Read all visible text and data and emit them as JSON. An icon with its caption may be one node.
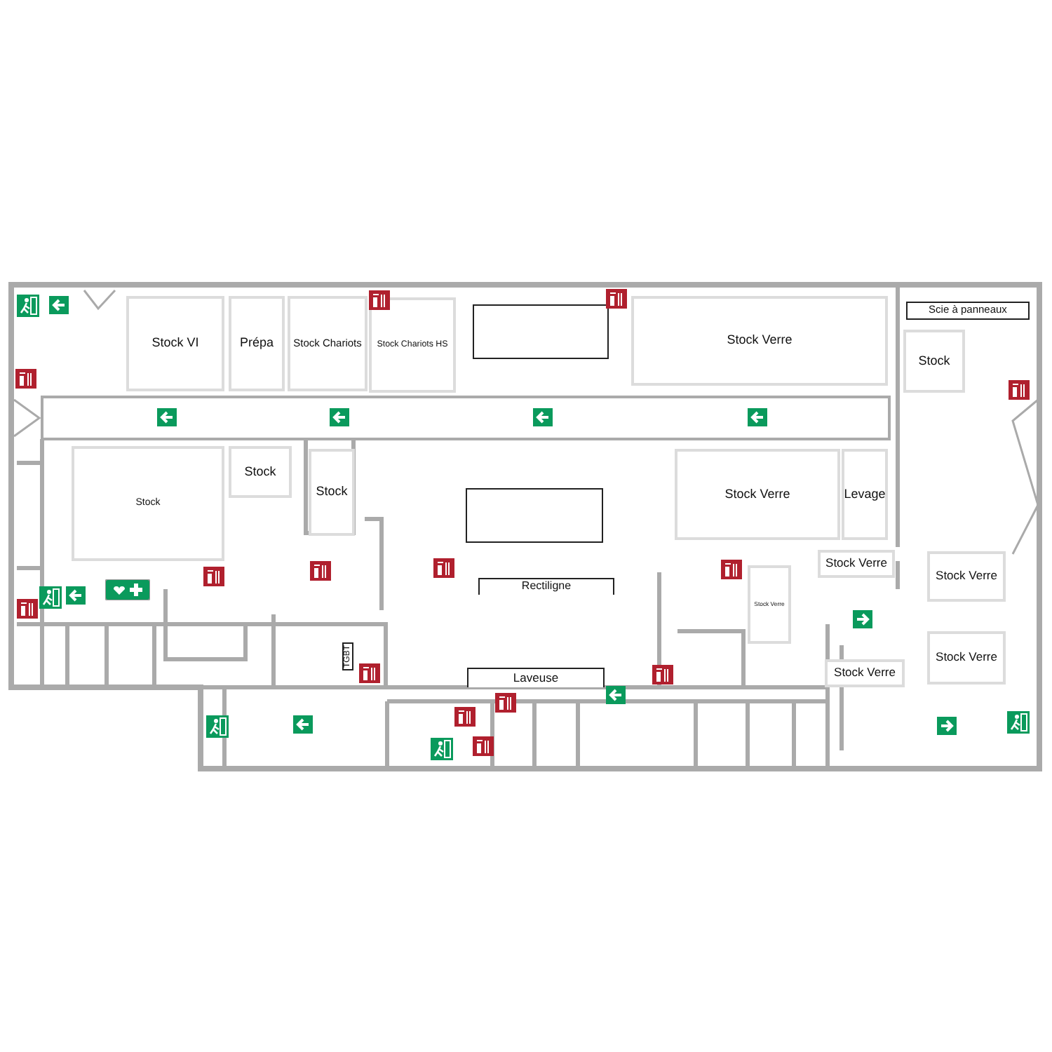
{
  "diagram": {
    "nodes": [
      {
        "text": [
          "Stock VI"
        ]
      },
      {
        "text": [
          "Prépa"
        ]
      },
      {
        "text": [
          "Stock Chariots"
        ]
      },
      {
        "text": [
          "Stock Chariots HS"
        ]
      },
      {
        "text": [],
        "shape": "box"
      },
      {
        "text": [
          "Stock Verre"
        ]
      },
      {
        "text": [
          "Scie à panneaux"
        ]
      },
      {
        "text": [
          "Stock"
        ]
      },
      {
        "text": [
          "Stock"
        ]
      },
      {
        "text": [
          "Stock"
        ]
      },
      {
        "text": [
          "Stock"
        ]
      },
      {
        "text": [],
        "shape": "box"
      },
      {
        "text": [
          "Stock Verre"
        ]
      },
      {
        "text": [
          "Levage"
        ]
      },
      {
        "text": [
          "Rectiligne"
        ]
      },
      {
        "text": [
          "Stock Verre"
        ]
      },
      {
        "text": [
          "Stock Verre"
        ]
      },
      {
        "text": [
          "Stock Verre"
        ]
      },
      {
        "text": [
          "Stock Verre"
        ]
      },
      {
        "text": [
          "Laveuse"
        ]
      },
      {
        "text": [
          "Stock Verre"
        ]
      }
    ],
    "edges": [],
    "labels": [
      "TGBT"
    ]
  }
}
